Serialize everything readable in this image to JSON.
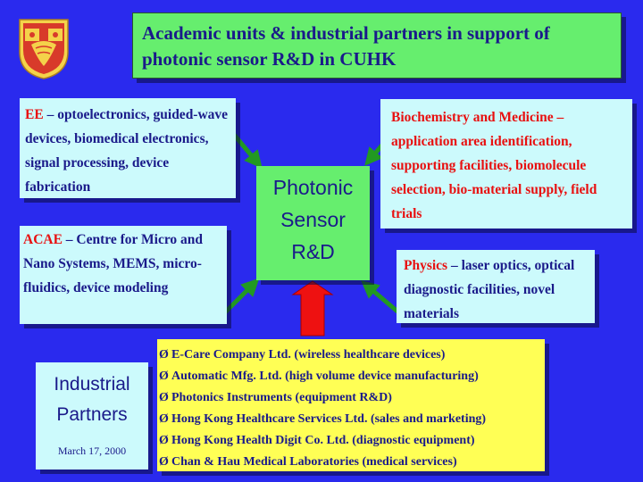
{
  "title": {
    "line1": "Academic units & industrial partners in support of",
    "line2": "photonic sensor R&D in CUHK"
  },
  "ee": {
    "name": "EE",
    "text": " – optoelectronics, guided-wave devices, biomedical electronics, signal processing, device fabrication"
  },
  "acae": {
    "name": "ACAE",
    "text": " – Centre for Micro and Nano Systems, MEMS, micro-fluidics, device modeling"
  },
  "center": {
    "line1": "Photonic",
    "line2": "Sensor",
    "line3": "R&D"
  },
  "bio": {
    "text": "Biochemistry and Medicine – application area identification, supporting facilities, biomolecule selection, bio-material supply, field trials"
  },
  "physics": {
    "name": "Physics",
    "text": " – laser optics, optical diagnostic facilities, novel materials"
  },
  "industrial": {
    "line1": "Industrial",
    "line2": "Partners",
    "date": "March 17, 2000"
  },
  "partners": {
    "bullet": "Ø",
    "items": [
      "E-Care Company Ltd. (wireless healthcare devices)",
      "Automatic Mfg. Ltd. (high volume device manufacturing)",
      "Photonics Instruments (equipment R&D)",
      "Hong Kong Healthcare Services Ltd. (sales and marketing)",
      "Hong Kong Health Digit Co. Ltd. (diagnostic equipment)",
      "Chan & Hau Medical Laboratories (medical services)"
    ]
  },
  "colors": {
    "background": "#2a2aee",
    "green": "#66ee6e",
    "cyan": "#ccfafc",
    "yellow": "#ffff55",
    "red": "#e81010",
    "text": "#1a1a8a",
    "arrow_green": "#229922",
    "arrow_red": "#ee1111"
  },
  "icons": {
    "logo": "university-crest-icon"
  }
}
